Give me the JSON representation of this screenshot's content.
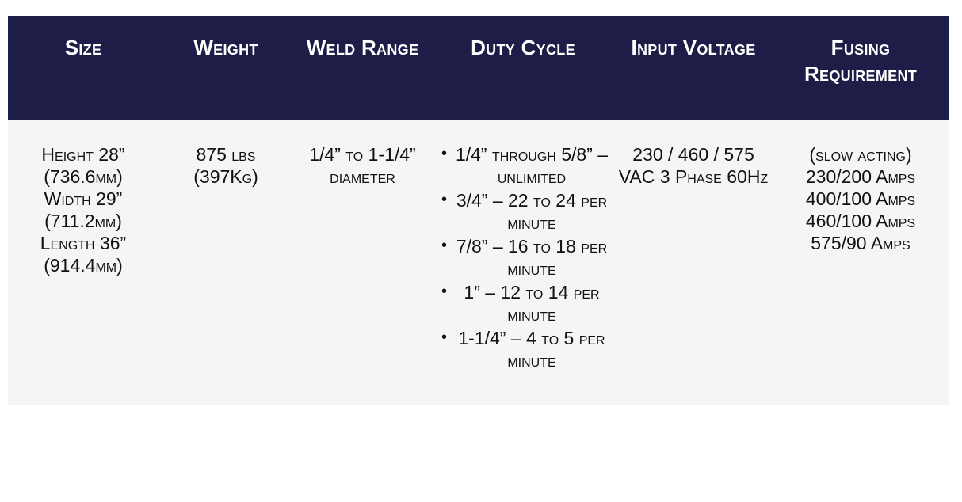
{
  "table": {
    "headers": [
      {
        "id": "size",
        "label": "Size"
      },
      {
        "id": "weight",
        "label": "Weight"
      },
      {
        "id": "weld",
        "label": "Weld Range"
      },
      {
        "id": "duty",
        "label": "Duty Cycle"
      },
      {
        "id": "voltage",
        "label": "Input Voltage"
      },
      {
        "id": "fusing",
        "label": "Fusing Requirement"
      }
    ],
    "row": {
      "size": [
        "Height 28”",
        "(736.6mm)",
        "Width 29”",
        "(711.2mm)",
        "Length 36”",
        "(914.4mm)"
      ],
      "weight": [
        "875 lbs",
        "(397Kg)"
      ],
      "weld_range": [
        "1/4” to 1-1/4” diameter"
      ],
      "duty_cycle": [
        "1/4” through 5/8” – unlimited",
        "3/4” – 22 to 24 per minute",
        "7/8” – 16 to 18 per minute",
        "1” – 12 to 14 per minute",
        "1-1/4” – 4 to 5 per minute"
      ],
      "input_voltage": [
        "230 / 460 / 575 VAC 3 Phase 60Hz"
      ],
      "fusing_requirement": [
        "(slow acting)",
        "230/200 Amps",
        "400/100 Amps",
        "460/100 Amps",
        "575/90 Amps"
      ]
    }
  },
  "colors": {
    "header_bg": "#1e1d47",
    "header_text": "#ffffff",
    "body_bg": "#f5f5f5",
    "body_text": "#111111",
    "page_bg": "#ffffff"
  }
}
